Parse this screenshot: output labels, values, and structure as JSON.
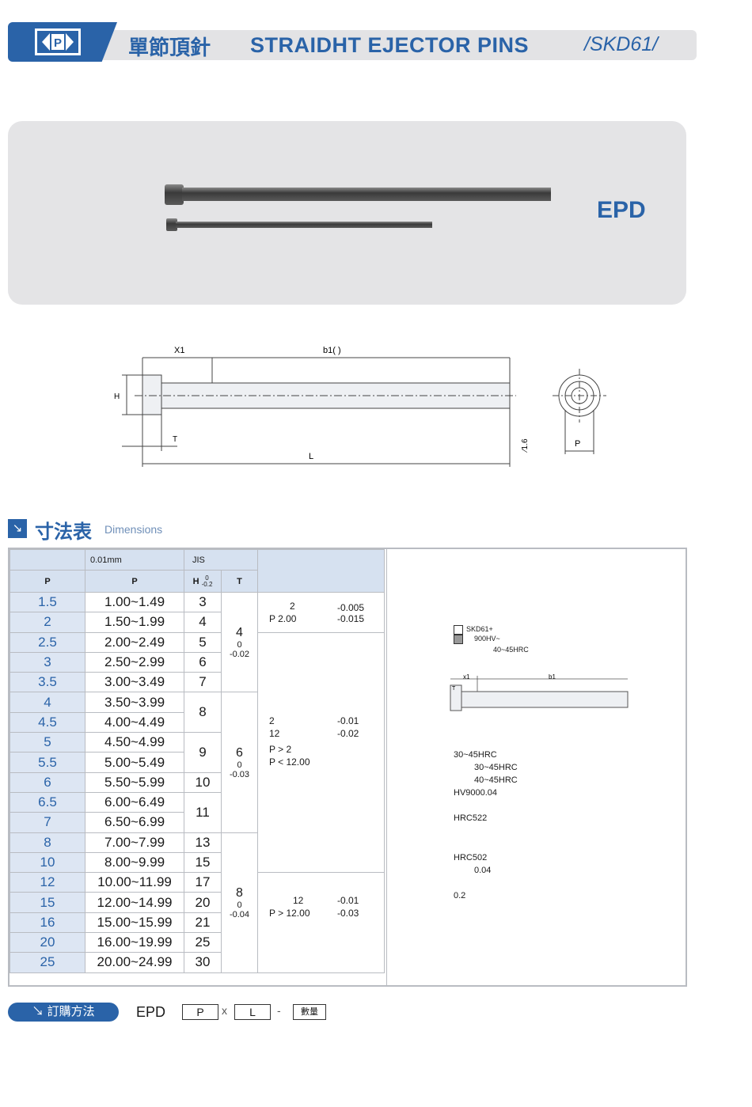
{
  "header": {
    "title_zh": "單節頂針",
    "title_en": "STRAIDHT EJECTOR PINS",
    "material": "/SKD61/"
  },
  "photo": {
    "label": "EPD"
  },
  "drawing": {
    "labels": {
      "x1": "X1",
      "b1": "b1( )",
      "h": "H",
      "t": "T",
      "l": "L",
      "p": "P",
      "ra": "∕1.6"
    }
  },
  "section": {
    "title_zh": "寸法表",
    "title_en": "Dimensions"
  },
  "table": {
    "hdr_unit": "0.01mm",
    "hdr_jis": "JIS",
    "hdr_p1": "P",
    "hdr_p2": "P",
    "hdr_h": "H",
    "hdr_h_tol_top": "0",
    "hdr_h_tol_bot": "-0.2",
    "hdr_t": "T",
    "rows": [
      {
        "p": "1.5",
        "range": "1.00~1.49",
        "h": "3"
      },
      {
        "p": "2",
        "range": "1.50~1.99",
        "h": "4"
      },
      {
        "p": "2.5",
        "range": "2.00~2.49",
        "h": "5"
      },
      {
        "p": "3",
        "range": "2.50~2.99",
        "h": "6"
      },
      {
        "p": "3.5",
        "range": "3.00~3.49",
        "h": "7"
      },
      {
        "p": "4",
        "range": "3.50~3.99",
        "h": "8"
      },
      {
        "p": "4.5",
        "range": "4.00~4.49",
        "h": ""
      },
      {
        "p": "5",
        "range": "4.50~4.99",
        "h": "9"
      },
      {
        "p": "5.5",
        "range": "5.00~5.49",
        "h": ""
      },
      {
        "p": "6",
        "range": "5.50~5.99",
        "h": "10"
      },
      {
        "p": "6.5",
        "range": "6.00~6.49",
        "h": "11"
      },
      {
        "p": "7",
        "range": "6.50~6.99",
        "h": ""
      },
      {
        "p": "8",
        "range": "7.00~7.99",
        "h": "13"
      },
      {
        "p": "10",
        "range": "8.00~9.99",
        "h": "15"
      },
      {
        "p": "12",
        "range": "10.00~11.99",
        "h": "17"
      },
      {
        "p": "15",
        "range": "12.00~14.99",
        "h": "20"
      },
      {
        "p": "16",
        "range": "15.00~15.99",
        "h": "21"
      },
      {
        "p": "20",
        "range": "16.00~19.99",
        "h": "25"
      },
      {
        "p": "25",
        "range": "20.00~24.99",
        "h": "30"
      }
    ],
    "t_groups": [
      {
        "t": "4",
        "tol_top": "0",
        "tol_bot": "-0.02"
      },
      {
        "t": "6",
        "tol_top": "0",
        "tol_bot": "-0.03"
      },
      {
        "t": "8",
        "tol_top": "0",
        "tol_bot": "-0.04"
      }
    ],
    "tol_blocks": [
      {
        "l1": "2",
        "l2": "P 2.00",
        "r1": "-0.005",
        "r2": "-0.015"
      },
      {
        "l1": "2",
        "l2": "12",
        "l3": "P > 2",
        "l4": "P < 12.00",
        "r1": "-0.01",
        "r2": "-0.02"
      },
      {
        "l1": "12",
        "l2": "P > 12.00",
        "r1": "-0.01",
        "r2": "-0.03"
      }
    ]
  },
  "notes": {
    "mat1": "SKD61+",
    "mat2": "900HV~",
    "mat3": "40~45HRC",
    "dx1": "x1",
    "db1": "b1",
    "dt": "T",
    "h1": "30~45HRC",
    "h2": "30~45HRC",
    "h3": "40~45HRC",
    "h4": "HV9000.04",
    "h5": "HRC522",
    "h6": "HRC502",
    "h7": "0.04",
    "h8": "0.2"
  },
  "order": {
    "button": "訂購方法",
    "code": "EPD",
    "box_p": "P",
    "times": "x",
    "box_l": "L",
    "dash": "-",
    "box_qty": "數量"
  }
}
